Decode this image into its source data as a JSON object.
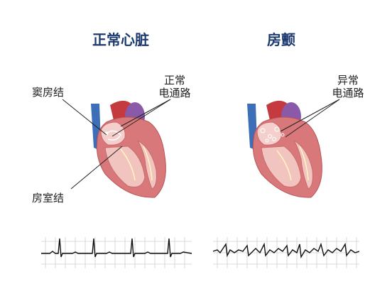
{
  "left_panel": {
    "title": "正常心脏",
    "label_sa_node": "窦房结",
    "label_pathway_line1": "正常",
    "label_pathway_line2": "电通路",
    "label_av_node": "房室结"
  },
  "right_panel": {
    "title": "房颤",
    "label_pathway_line1": "异常",
    "label_pathway_line2": "电通路"
  },
  "colors": {
    "title": "#1d3a70",
    "heart_wall": "#d9787a",
    "heart_chamber": "#f2c4c0",
    "vena_cava": "#3d6fb8",
    "pulmonary": "#8a5aa8",
    "ecg_trace": "#111111"
  },
  "icons": [
    "heart-illustration",
    "ecg-strip"
  ]
}
